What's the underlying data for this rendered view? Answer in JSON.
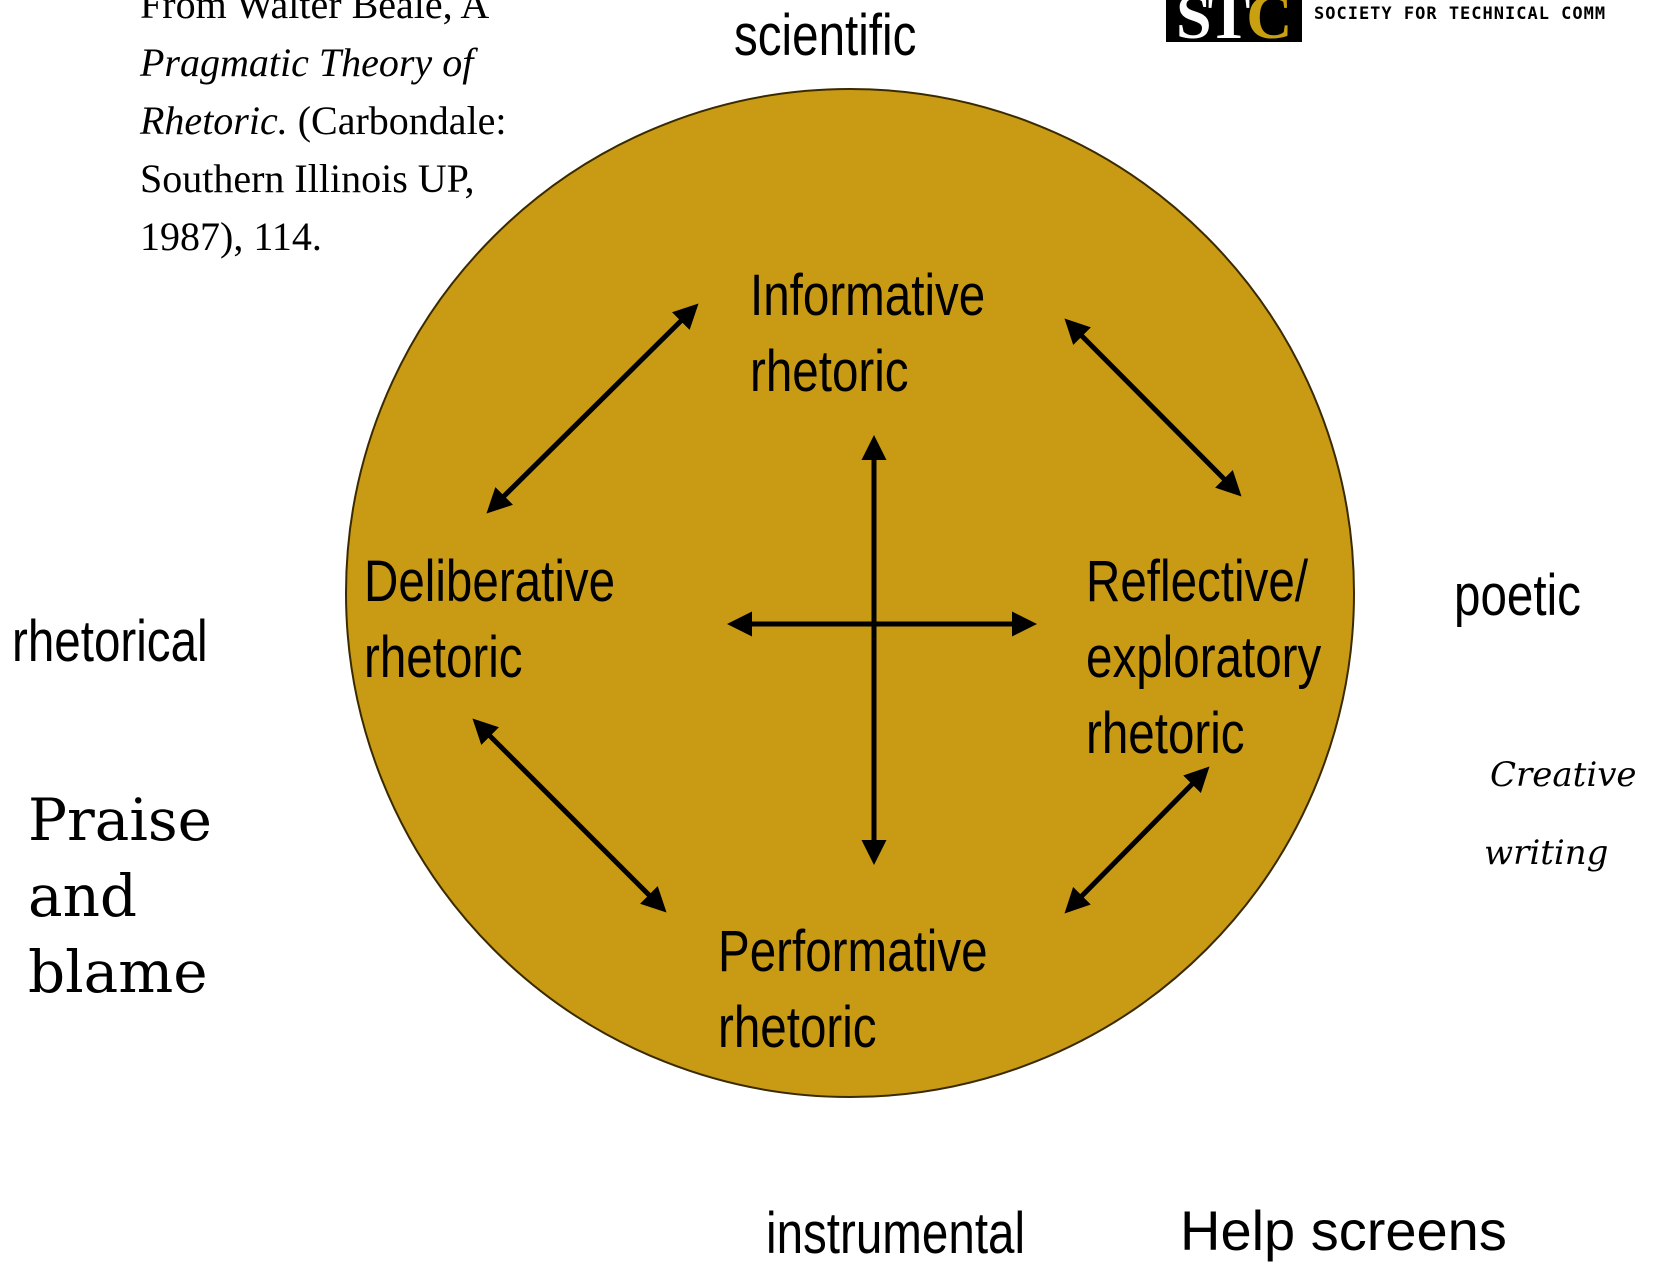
{
  "citation": {
    "line1": "From Walter Beale, A",
    "line2_italic": "Pragmatic Theory of",
    "line3_italic": "Rhetoric.",
    "line3_rest": " (Carbondale:",
    "line4": "Southern Illinois UP,",
    "line5": "1987), 114."
  },
  "logo": {
    "mark_s": "S",
    "mark_t": "T",
    "mark_c": "C",
    "text": "SOCIETY FOR TECHNICAL COMM"
  },
  "axis_labels": {
    "top": "scientific",
    "left": "rhetorical",
    "right": "poetic",
    "bottom": "instrumental"
  },
  "quadrants": {
    "informative": [
      "Informative",
      "rhetoric"
    ],
    "deliberative": [
      "Deliberative",
      "rhetoric"
    ],
    "reflective": [
      "Reflective/",
      "exploratory",
      "rhetoric"
    ],
    "performative": [
      "Performative",
      "rhetoric"
    ]
  },
  "examples": {
    "praise": [
      "Praise",
      "and",
      "blame"
    ],
    "creative": [
      "Creative",
      "writing"
    ],
    "help": "Help screens"
  },
  "colors": {
    "circle_fill": "#c99a14",
    "circle_stroke": "#3a2a00",
    "arrow": "#000000"
  }
}
